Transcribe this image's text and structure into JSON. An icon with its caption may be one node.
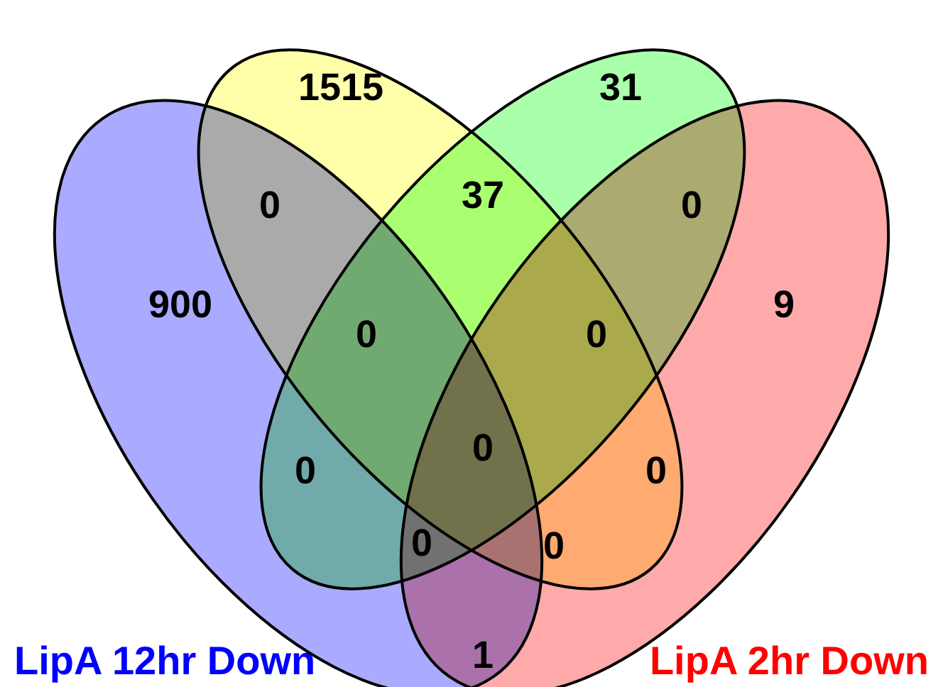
{
  "diagram": {
    "nodes": [
      {
        "text": [
          "LipA 12hr Down"
        ]
      },
      {
        "text": [],
        "shape": "ellipse"
      },
      {
        "text": [],
        "shape": "ellipse"
      },
      {
        "text": [
          "LipA 2hr Down"
        ]
      }
    ],
    "edges": [],
    "labels": [
      "1515",
      "31",
      "0",
      "37",
      "0",
      "900",
      "0",
      "0",
      "9",
      "0",
      "0",
      "0",
      "0",
      "0",
      "1"
    ]
  }
}
